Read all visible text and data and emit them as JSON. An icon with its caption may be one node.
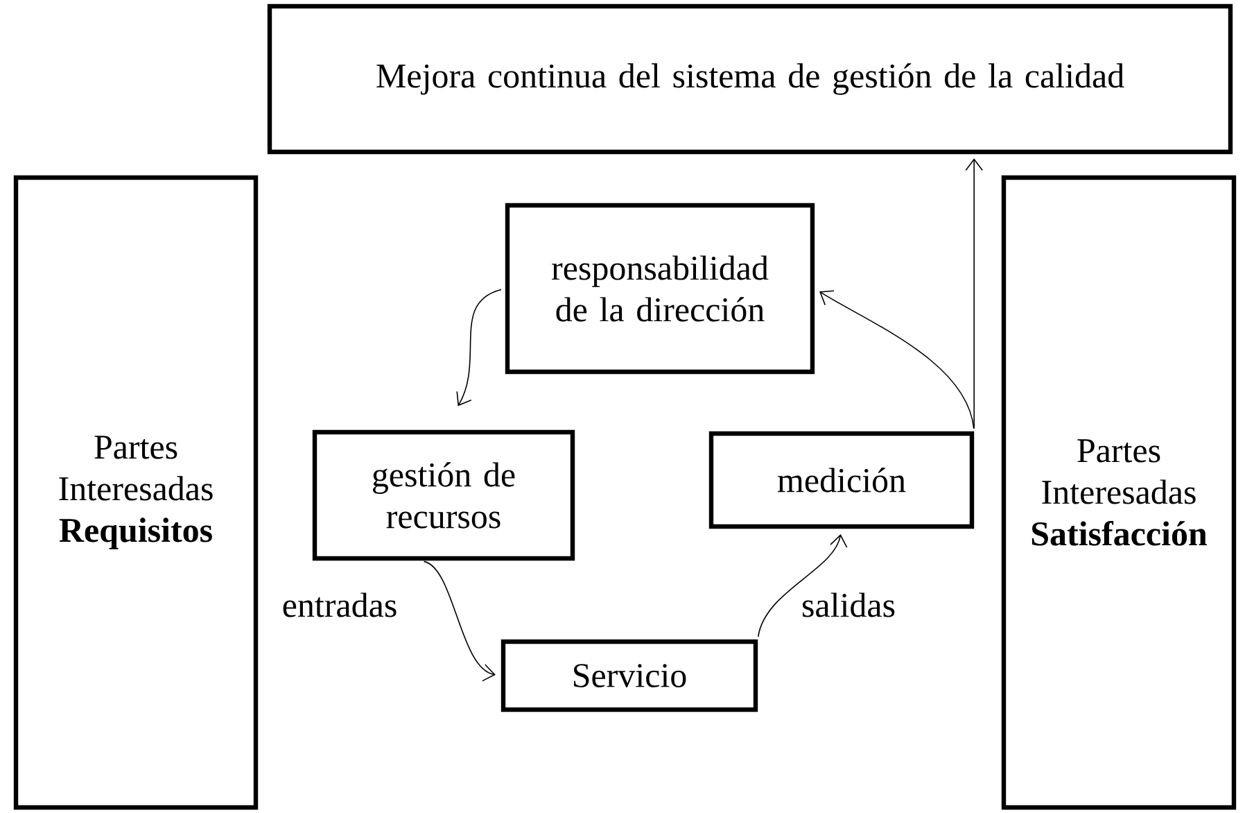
{
  "diagram": {
    "nodes": [
      {
        "text": [
          "Mejora continua del sistema de gestión de la calidad"
        ]
      },
      {
        "text": [
          "Partes Interesadas **Requisitos**"
        ]
      },
      {
        "text": [
          "responsabilidad de la dirección"
        ]
      },
      {
        "text": [
          "gestión de recursos"
        ]
      },
      {
        "text": [
          "medición"
        ]
      },
      {
        "text": [
          "Servicio"
        ]
      },
      {
        "text": [
          "Partes Interesadas **Satisfacción**"
        ]
      }
    ],
    "edges": [
      {
        "from": 2,
        "to": 3,
        "arrow": "to"
      },
      {
        "from": 4,
        "to": 2,
        "arrow": "to"
      },
      {
        "from": 3,
        "to": 5,
        "arrow": "to",
        "label": "entradas"
      },
      {
        "from": 5,
        "to": 4,
        "arrow": "to",
        "label": "salidas"
      },
      {
        "from": 4,
        "to": 0,
        "arrow": "to"
      }
    ]
  }
}
